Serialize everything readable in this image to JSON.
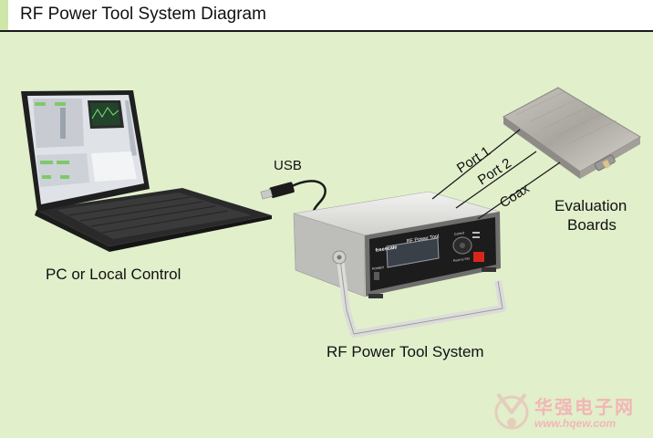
{
  "header": {
    "title": "RF Power Tool System Diagram"
  },
  "labels": {
    "pc": "PC or Local Control",
    "usb": "USB",
    "system": "RF Power Tool System",
    "eval_line1": "Evaluation",
    "eval_line2": "Boards",
    "port1": "Port 1",
    "port2": "Port 2",
    "coax": "Coax"
  },
  "device": {
    "brand": "freescale",
    "model": "RF Power Tool",
    "control_label": "Control",
    "push_label": "Push to Set",
    "power_label": "POWER"
  },
  "watermark": {
    "name": "华强电子网",
    "url": "www.hqew.com"
  },
  "colors": {
    "background": "#e1efcb",
    "header_accent": "#cfe6a9",
    "rule": "#1a1a1a",
    "watermark": "#f2b6b6"
  }
}
